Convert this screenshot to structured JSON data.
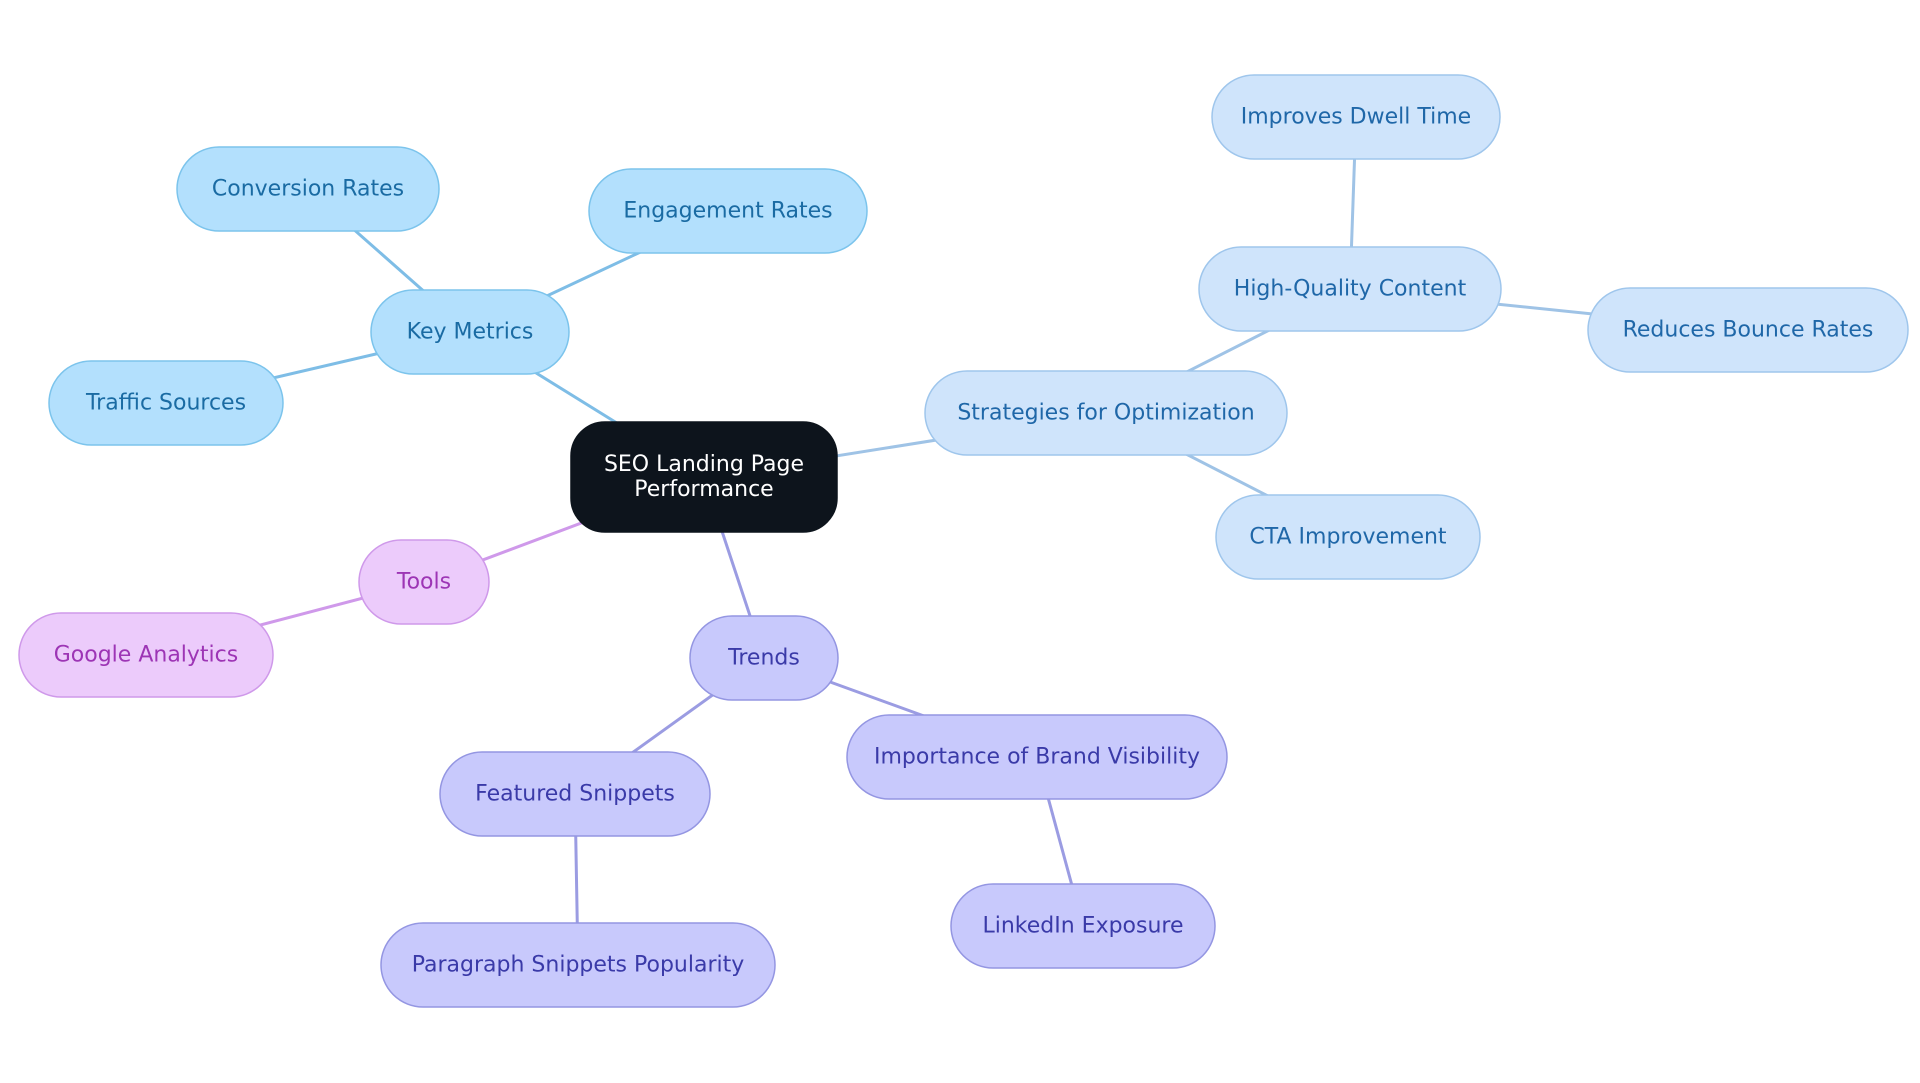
{
  "mindmap": {
    "root": {
      "id": "root",
      "lines": [
        "SEO Landing Page",
        "Performance"
      ]
    },
    "nodes": [
      {
        "id": "key-metrics",
        "parent": "root",
        "label": "Key Metrics",
        "branch": "metrics"
      },
      {
        "id": "conversion-rates",
        "parent": "key-metrics",
        "label": "Conversion Rates",
        "branch": "metrics"
      },
      {
        "id": "engagement-rates",
        "parent": "key-metrics",
        "label": "Engagement Rates",
        "branch": "metrics"
      },
      {
        "id": "traffic-sources",
        "parent": "key-metrics",
        "label": "Traffic Sources",
        "branch": "metrics"
      },
      {
        "id": "strategies",
        "parent": "root",
        "label": "Strategies for Optimization",
        "branch": "strategies"
      },
      {
        "id": "high-quality-content",
        "parent": "strategies",
        "label": "High-Quality Content",
        "branch": "strategies"
      },
      {
        "id": "improves-dwell-time",
        "parent": "high-quality-content",
        "label": "Improves Dwell Time",
        "branch": "strategies"
      },
      {
        "id": "reduces-bounce-rates",
        "parent": "high-quality-content",
        "label": "Reduces Bounce Rates",
        "branch": "strategies"
      },
      {
        "id": "cta-improvement",
        "parent": "strategies",
        "label": "CTA Improvement",
        "branch": "strategies"
      },
      {
        "id": "tools",
        "parent": "root",
        "label": "Tools",
        "branch": "tools"
      },
      {
        "id": "google-analytics",
        "parent": "tools",
        "label": "Google Analytics",
        "branch": "tools"
      },
      {
        "id": "trends",
        "parent": "root",
        "label": "Trends",
        "branch": "trends"
      },
      {
        "id": "featured-snippets",
        "parent": "trends",
        "label": "Featured Snippets",
        "branch": "trends"
      },
      {
        "id": "paragraph-snippets",
        "parent": "featured-snippets",
        "label": "Paragraph Snippets Popularity",
        "branch": "trends"
      },
      {
        "id": "brand-visibility",
        "parent": "trends",
        "label": "Importance of Brand Visibility",
        "branch": "trends"
      },
      {
        "id": "linkedin-exposure",
        "parent": "brand-visibility",
        "label": "LinkedIn Exposure",
        "branch": "trends"
      }
    ]
  },
  "colors": {
    "root": {
      "fill": "#0d141c",
      "stroke": "#0d141c",
      "text": "#ffffff"
    },
    "metrics": {
      "fill": "#b3e0fd",
      "stroke": "#7cc4ec",
      "text": "#1a6ba3",
      "edge": "#7ebde6"
    },
    "strategies": {
      "fill": "#cfe4fb",
      "stroke": "#9fc6ec",
      "text": "#1f67a8",
      "edge": "#9fc3e6"
    },
    "tools": {
      "fill": "#eccbfb",
      "stroke": "#cf99ea",
      "text": "#9d35b5",
      "edge": "#cf99ea"
    },
    "trends": {
      "fill": "#c8c9fc",
      "stroke": "#9496e2",
      "text": "#3a3aa8",
      "edge": "#9b9ce2"
    }
  }
}
